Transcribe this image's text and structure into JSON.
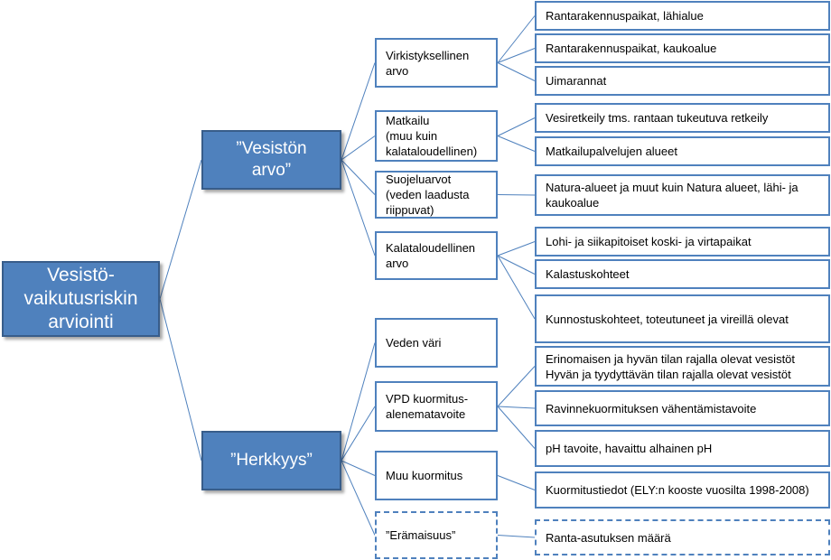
{
  "diagram": {
    "root": "Vesistö-\nvaikutusriskin\narviointi",
    "branches": [
      {
        "label": "”Vesistön\narvo”",
        "groups": [
          {
            "label": "Virkistyksellinen\narvo",
            "dashed": false,
            "items": [
              "Rantarakennuspaikat, lähialue",
              "Rantarakennuspaikat, kaukoalue",
              "Uimarannat"
            ]
          },
          {
            "label": "Matkailu\n(muu kuin\nkalataloudellinen)",
            "dashed": false,
            "items": [
              "Vesiretkeily tms. rantaan tukeutuva retkeily",
              "Matkailupalvelujen alueet"
            ]
          },
          {
            "label": "Suojeluarvot\n(veden laadusta\nriippuvat)",
            "dashed": false,
            "items": [
              "Natura-alueet ja muut kuin Natura alueet, lähi- ja\nkaukoalue"
            ]
          },
          {
            "label": "Kalataloudellinen\narvo",
            "dashed": false,
            "items": [
              "Lohi- ja siikapitoiset koski- ja virtapaikat",
              "Kalastuskohteet",
              "Kunnostuskohteet, toteutuneet ja vireillä olevat"
            ]
          }
        ]
      },
      {
        "label": "”Herkkyys”",
        "groups": [
          {
            "label": "Veden väri",
            "dashed": false,
            "items": []
          },
          {
            "label": "VPD kuormitus-\nalenematavoite",
            "dashed": false,
            "items": [
              "Erinomaisen ja hyvän tilan rajalla olevat vesistöt\nHyvän ja tyydyttävän tilan rajalla olevat vesistöt",
              "Ravinnekuormituksen vähentämistavoite",
              "pH tavoite, havaittu alhainen pH"
            ]
          },
          {
            "label": "Muu kuormitus",
            "dashed": false,
            "items": [
              "Kuormitustiedot (ELY:n kooste vuosilta 1998-2008)"
            ]
          },
          {
            "label": "”Erämaisuus”",
            "dashed": true,
            "items": [
              "Ranta-asutuksen määrä"
            ]
          }
        ]
      }
    ]
  },
  "colors": {
    "fill": "#4f81bd",
    "border": "#385d8a",
    "line": "#4f81bd"
  }
}
